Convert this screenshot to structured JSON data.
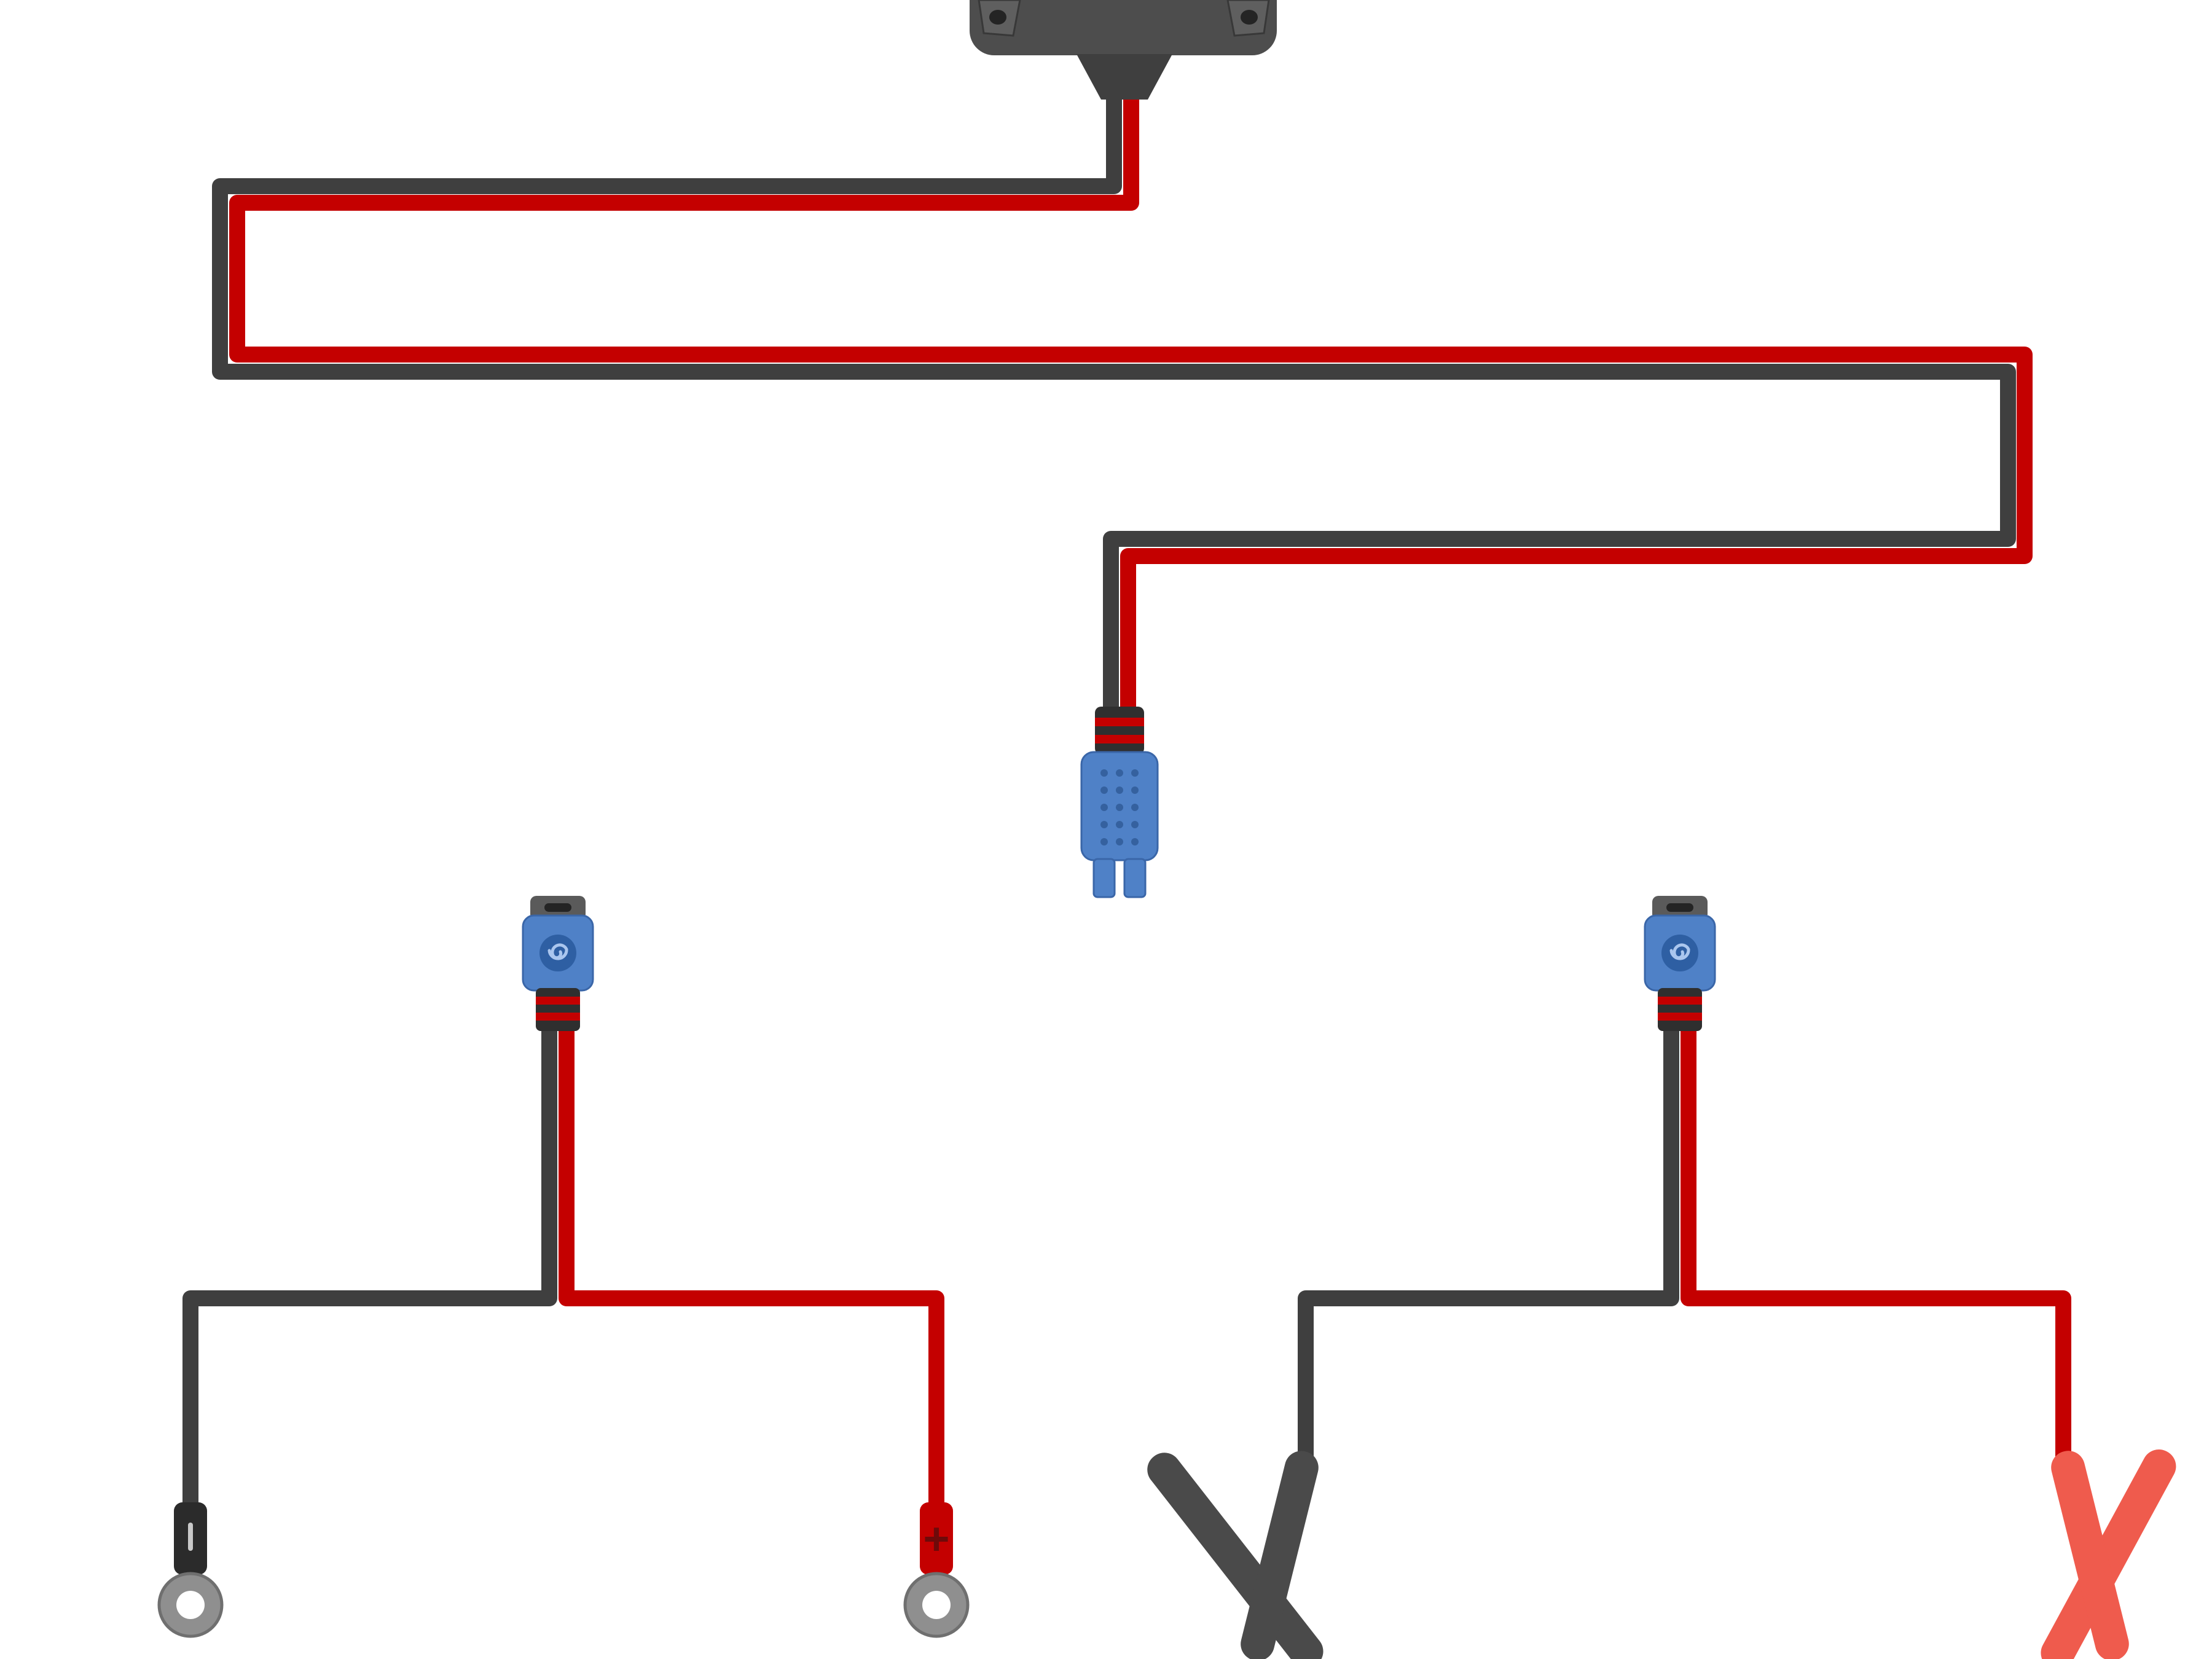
{
  "diagram": {
    "kind": "battery-charger-cable-accessories-diagram",
    "components": {
      "charger": "battery-charger-unit",
      "main_cable": "twin-lead-extension-cable",
      "center_connector": "quick-connect-plug",
      "left_adapter": "eyelet-ring-terminal-harness",
      "right_adapter": "battery-clamp-harness"
    }
  },
  "labels": {
    "positive": "+"
  },
  "colors": {
    "wire_black": "#3f3f3f",
    "wire_red": "#c40000",
    "charger_gray": "#4d4d4d",
    "ear_gray": "#5f5f5f",
    "hole_dark": "#242424",
    "gland_gray": "#3f3f3f",
    "boot_black": "#2f2f2f",
    "stripe_red": "#c40000",
    "connector_blue": "#4f81c7",
    "connector_blue_dark": "#35619f",
    "connector_logo_blue": "#2e5fa3",
    "logo_swirl": "#aac6ee",
    "cap_gray": "#5a5a5a",
    "sleeve_black": "#2b2b2b",
    "sleeve_red": "#c40000",
    "sleeve_mark": "#c9c9c9",
    "ring_metal": "#8f8f8f",
    "ring_hole": "#ffffff",
    "clamp_black": "#4a4a4a",
    "clamp_red": "#ef5b4d",
    "plus_dark": "#6e0a0a"
  }
}
